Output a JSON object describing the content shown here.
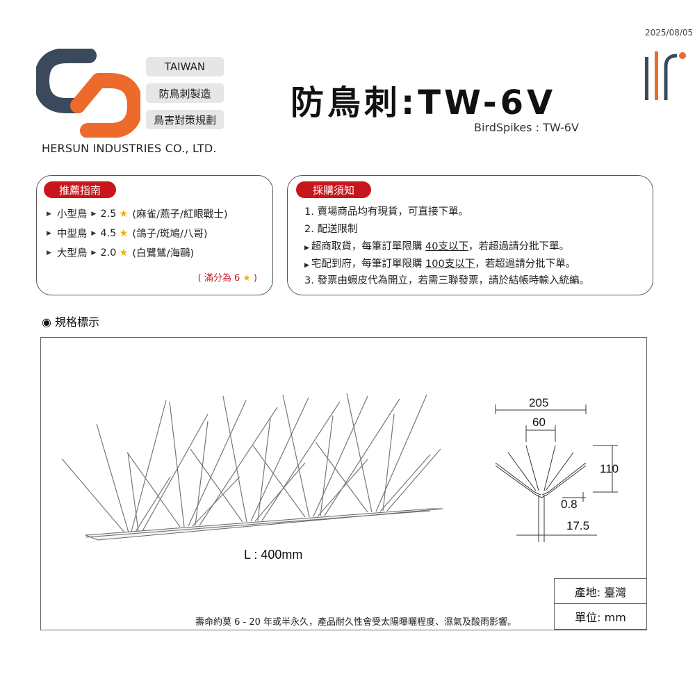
{
  "date": "2025/08/05",
  "brand": {
    "tags": [
      "TAIWAN",
      "防鳥刺製造",
      "鳥害對策規劃"
    ],
    "company": "HERSUN INDUSTRIES CO., LTD.",
    "colors": {
      "orange": "#ec6a2c",
      "navy": "#3a4a5c",
      "red": "#c8161d",
      "star": "#f0b400"
    }
  },
  "product": {
    "title": "防鳥刺:TW-6V",
    "subtitle": "BirdSpikes : TW-6V"
  },
  "recommend": {
    "label": "推薦指南",
    "rows": [
      {
        "bird": "小型鳥",
        "score": "2.5",
        "examples": "(麻雀/燕子/紅眼戰士)"
      },
      {
        "bird": "中型鳥",
        "score": "4.5",
        "examples": "(鴿子/斑鳩/八哥)"
      },
      {
        "bird": "大型鳥",
        "score": "2.0",
        "examples": "(白鷺鷥/海鷗)"
      }
    ],
    "full_score_prefix": "( 滿分為 6",
    "full_score_suffix": ")"
  },
  "purchase": {
    "label": "採購須知",
    "line1": "1. 賣場商品均有現貨，可直接下單。",
    "line2": "2. 配送限制",
    "line3_a": "超商取貨，每筆訂單限購 ",
    "line3_u": "40支以下",
    "line3_b": "，若超過請分批下單。",
    "line4_a": "宅配到府，每筆訂單限購 ",
    "line4_u": "100支以下",
    "line4_b": "，若超過請分批下單。",
    "line5": "3. 發票由蝦皮代為開立，若需三聯發票，請於結帳時輸入統編。"
  },
  "spec": {
    "label": "◉ 規格標示",
    "length_label": "L : 400mm",
    "dims": {
      "width": "205",
      "inner": "60",
      "height": "110",
      "thickness": "0.8",
      "base": "17.5"
    },
    "lifespan": "壽命約莫 6 - 20 年或半永久，產品耐久性會受太陽曝曬程度、濕氣及酸雨影響。",
    "origin": "產地: 臺灣",
    "unit": "單位: mm"
  }
}
